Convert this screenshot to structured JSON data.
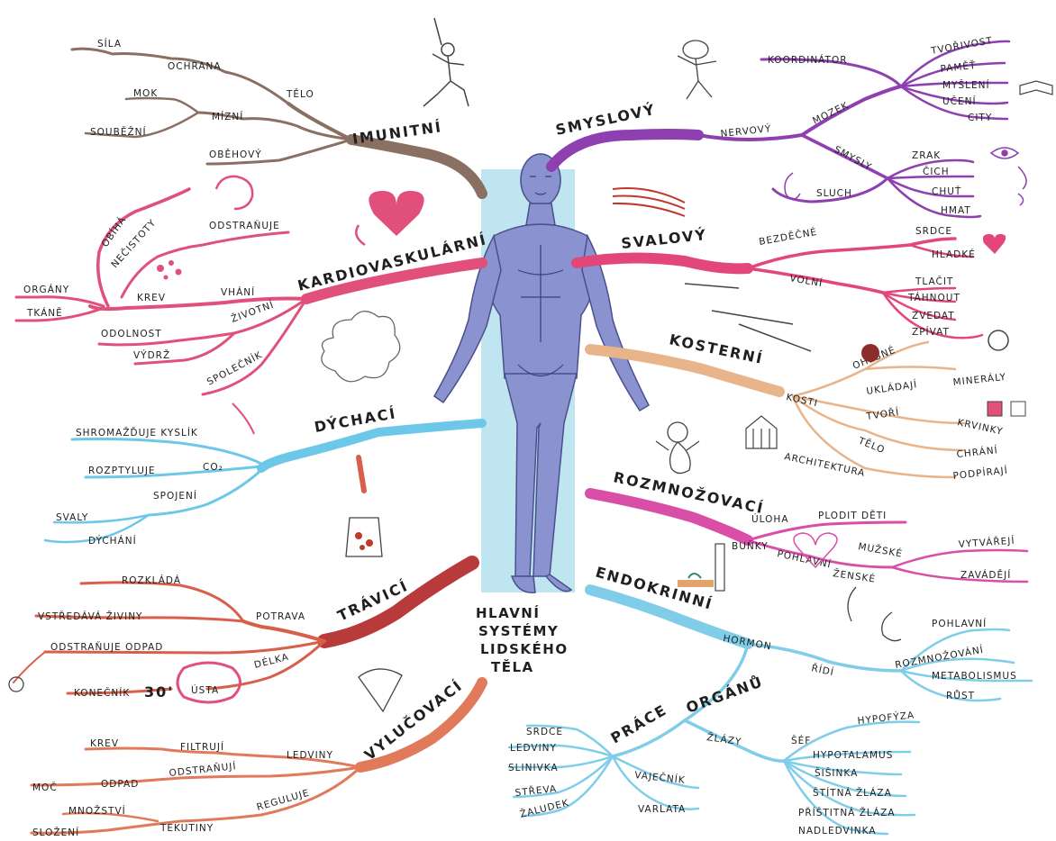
{
  "title": [
    "HLAVNÍ",
    "SYSTÉMY",
    "LIDSKÉHO",
    "TĚLA"
  ],
  "colors": {
    "imunitni": "#8a6f63",
    "kardio": "#e0507a",
    "dychaci": "#6cc7e8",
    "travici": "#d8604a",
    "vylucovaci": "#e07a5a",
    "smyslovy": "#8e3fb0",
    "svalovy": "#e3477a",
    "kosterni": "#e8b48a",
    "rozmnozovaci": "#d94fa8",
    "endokrinni": "#7fcde8",
    "backdrop": "#bfe6f0",
    "skin": "#8a92cf"
  },
  "branches": {
    "imunitni": {
      "name": "IMUNITNÍ",
      "items": [
        "SÍLA",
        "OCHRANA",
        "TĚLO",
        "MOK",
        "MÍZNÍ",
        "SOUBĚŽNÍ",
        "OBĚHOVÝ"
      ]
    },
    "kardio": {
      "name": "KARDIOVASKULÁRNÍ",
      "items": [
        "OBÍHÁ",
        "NEČISTOTY",
        "ODSTRAŇUJE",
        "ORGÁNY",
        "TKÁNĚ",
        "KREV",
        "VHÁNÍ",
        "ODOLNOST",
        "ŽIVOTNÍ",
        "VÝDRŽ",
        "SPOLEČNÍK"
      ]
    },
    "dychaci": {
      "name": "DÝCHACÍ",
      "items": [
        "SHROMAŽĎUJE KYSLÍK",
        "ROZPTYLUJE",
        "CO₂",
        "SPOJENÍ",
        "SVALY",
        "DÝCHÁNÍ"
      ]
    },
    "travici": {
      "name": "TRÁVICÍ",
      "items": [
        "ROZKLÁDÁ",
        "VSTŘEDÁVÁ ŽIVINY",
        "POTRAVA",
        "ODSTRAŇUJE ODPAD",
        "DÉLKA",
        "KONEČNÍK",
        "30'",
        "ÚSTA"
      ]
    },
    "vylucovaci": {
      "name": "VYLUČOVACÍ",
      "items": [
        "KREV",
        "FILTRUJÍ",
        "LEDVINY",
        "MOČ",
        "ODPAD",
        "ODSTRAŇUJÍ",
        "MNOŽSTVÍ",
        "SLOŽENÍ",
        "TEKUTINY",
        "REGULUJE"
      ]
    },
    "smyslovy": {
      "name": "SMYSLOVÝ",
      "items": [
        "KOORDINÁTOR",
        "TVOŘIVOST",
        "PAMĚŤ",
        "MYŠLENÍ",
        "UČENÍ",
        "CITY",
        "MOZEK",
        "NERVOVÝ",
        "SMYSLY",
        "ZRAK",
        "ČICH",
        "CHUŤ",
        "HMAT",
        "SLUCH"
      ]
    },
    "svalovy": {
      "name": "SVALOVÝ",
      "items": [
        "BEZDĚČNÉ",
        "SRDCE",
        "HLADKÉ",
        "VOLNÍ",
        "TLAČIT",
        "TÁHNOUT",
        "ZVEDAT",
        "ZPÍVAT"
      ]
    },
    "kosterni": {
      "name": "KOSTERNÍ",
      "items": [
        "KOSTI",
        "OHEBNÉ",
        "UKLÁDAJÍ",
        "MINERÁLY",
        "TVOŘÍ",
        "KRVINKY",
        "TĚLO",
        "CHRÁNÍ",
        "ARCHITEKTURA",
        "PODPÍRAJÍ"
      ]
    },
    "rozmnozovaci": {
      "name": "ROZMNOŽOVACÍ",
      "items": [
        "ÚLOHA",
        "PLODIT DĚTI",
        "BUŇKY",
        "POHLAVNÍ",
        "MUŽSKÉ",
        "ŽENSKÉ",
        "VYTVÁŘEJÍ",
        "ZAVÁDĚJÍ"
      ]
    },
    "endokrinni": {
      "name": "ENDOKRINNÍ",
      "items": [
        "HORMON",
        "ŘÍDÍ",
        "POHLAVNÍ",
        "ROZMNOŽOVÁNÍ",
        "METABOLISMUS",
        "RŮST",
        "PRÁCE",
        "ORGÁNŮ",
        "SRDCE",
        "LEDVINY",
        "SLINIVKA",
        "STŘEVA",
        "ŽALUDEK",
        "VAJEČNÍK",
        "VARLATA",
        "ŽLÁZY",
        "ŠÉF",
        "HYPOFÝZA",
        "HYPOTALAMUS",
        "ŠIŠINKA",
        "ŠTÍTNÁ ŽLÁZA",
        "PŘÍŠTITNÁ ŽLÁZA",
        "NADLEDVINKA"
      ]
    }
  }
}
